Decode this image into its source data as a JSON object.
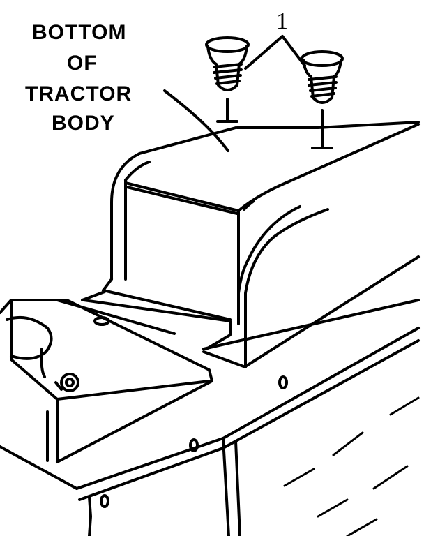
{
  "labels": {
    "line1": "BOTTOM",
    "line2": "OF",
    "line3": "TRACTOR",
    "line4": "BODY"
  },
  "callout": "1"
}
